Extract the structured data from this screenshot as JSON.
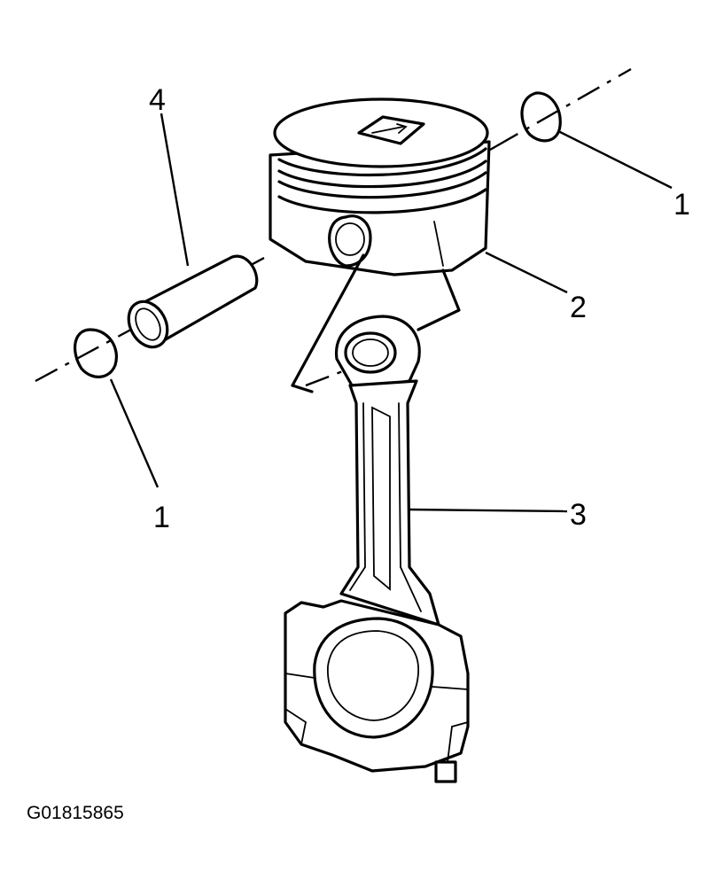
{
  "labels": {
    "snap_ring_right": "1",
    "snap_ring_left": "1",
    "piston": "2",
    "connecting_rod": "3",
    "piston_pin": "4"
  },
  "figure_id": "G01815865"
}
